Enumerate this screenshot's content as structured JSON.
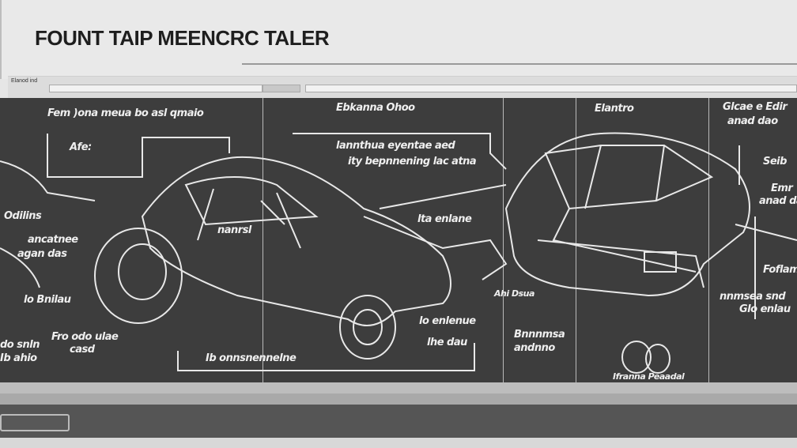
{
  "header": {
    "title": "FOUNT TAIP MEENCRC TALER"
  },
  "toolbar": {
    "label": "Elanod ind"
  },
  "labels": [
    "Fem )ona meua bo asl qmaio",
    "Ebkanna Ohoo",
    "Elantro",
    "Glcae e Edir",
    "anad dao",
    "Afe:",
    "lannthua eyentae aed",
    "ity bepnnening lac atna",
    "Seib",
    "Odilins",
    "Emr",
    "anad das",
    "ancatnee",
    "agan das",
    "nanrsl",
    "lta enlane",
    "Foflam",
    "lo Bnilau",
    "nnmsea snd",
    "Glo enlau",
    "Fro odo ulae",
    "casd",
    "lo enlenue",
    "lhe dau",
    "Bnnnmsa",
    "andnno",
    "do snln",
    "Ib ahio",
    "Ib onnsnennelne",
    "Ifranna Peaadal",
    "Ahi Dsua"
  ]
}
